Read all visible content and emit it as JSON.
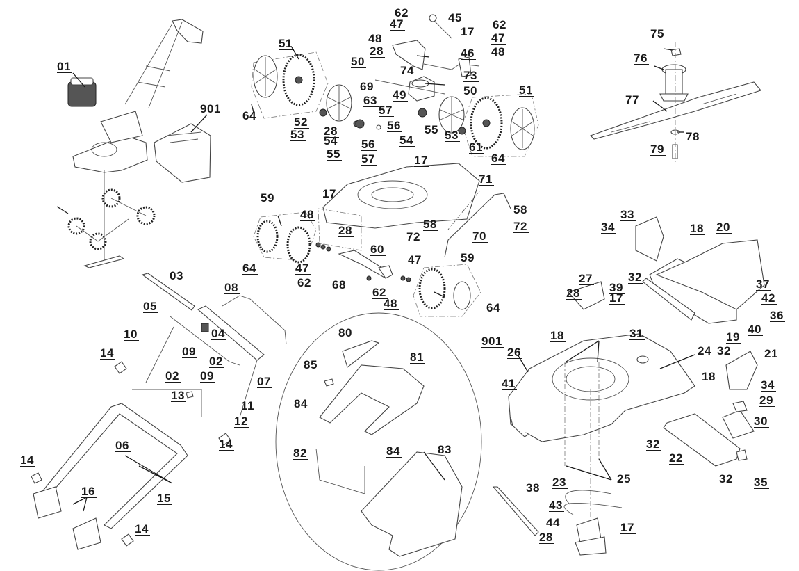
{
  "diagram": {
    "title": "Lawn mower exploded parts view",
    "labels": [
      {
        "id": "l01",
        "text": "01"
      },
      {
        "id": "l901a",
        "text": "901"
      },
      {
        "id": "l51a",
        "text": "51"
      },
      {
        "id": "l64a",
        "text": "64"
      },
      {
        "id": "l52",
        "text": "52"
      },
      {
        "id": "l53a",
        "text": "53"
      },
      {
        "id": "l28a",
        "text": "28"
      },
      {
        "id": "l54a",
        "text": "54"
      },
      {
        "id": "l55a",
        "text": "55"
      },
      {
        "id": "l56a",
        "text": "56"
      },
      {
        "id": "l57a",
        "text": "57"
      },
      {
        "id": "l62a",
        "text": "62"
      },
      {
        "id": "l47a",
        "text": "47"
      },
      {
        "id": "l48a",
        "text": "48"
      },
      {
        "id": "l28b",
        "text": "28"
      },
      {
        "id": "l50a",
        "text": "50"
      },
      {
        "id": "l69",
        "text": "69"
      },
      {
        "id": "l63",
        "text": "63"
      },
      {
        "id": "l45",
        "text": "45"
      },
      {
        "id": "l17a",
        "text": "17"
      },
      {
        "id": "l46",
        "text": "46"
      },
      {
        "id": "l62b",
        "text": "62"
      },
      {
        "id": "l47b",
        "text": "47"
      },
      {
        "id": "l48b",
        "text": "48"
      },
      {
        "id": "l74",
        "text": "74"
      },
      {
        "id": "l73",
        "text": "73"
      },
      {
        "id": "l50b",
        "text": "50"
      },
      {
        "id": "l49",
        "text": "49"
      },
      {
        "id": "l57b",
        "text": "57"
      },
      {
        "id": "l56b",
        "text": "56"
      },
      {
        "id": "l55b",
        "text": "55"
      },
      {
        "id": "l54b",
        "text": "54"
      },
      {
        "id": "l53b",
        "text": "53"
      },
      {
        "id": "l61",
        "text": "61"
      },
      {
        "id": "l51b",
        "text": "51"
      },
      {
        "id": "l64b",
        "text": "64"
      },
      {
        "id": "l75",
        "text": "75"
      },
      {
        "id": "l76",
        "text": "76"
      },
      {
        "id": "l77",
        "text": "77"
      },
      {
        "id": "l78",
        "text": "78"
      },
      {
        "id": "l79",
        "text": "79"
      },
      {
        "id": "l17b",
        "text": "17"
      },
      {
        "id": "l17c",
        "text": "17"
      },
      {
        "id": "l71",
        "text": "71"
      },
      {
        "id": "l58a",
        "text": "58"
      },
      {
        "id": "l72a",
        "text": "72"
      },
      {
        "id": "l59a",
        "text": "59"
      },
      {
        "id": "l48c",
        "text": "48"
      },
      {
        "id": "l28c",
        "text": "28"
      },
      {
        "id": "l58b",
        "text": "58"
      },
      {
        "id": "l72b",
        "text": "72"
      },
      {
        "id": "l70",
        "text": "70"
      },
      {
        "id": "l64c",
        "text": "64"
      },
      {
        "id": "l47c",
        "text": "47"
      },
      {
        "id": "l62c",
        "text": "62"
      },
      {
        "id": "l60",
        "text": "60"
      },
      {
        "id": "l68",
        "text": "68"
      },
      {
        "id": "l62d",
        "text": "62"
      },
      {
        "id": "l47d",
        "text": "47"
      },
      {
        "id": "l48d",
        "text": "48"
      },
      {
        "id": "l59b",
        "text": "59"
      },
      {
        "id": "l64d",
        "text": "64"
      },
      {
        "id": "l03",
        "text": "03"
      },
      {
        "id": "l08",
        "text": "08"
      },
      {
        "id": "l05",
        "text": "05"
      },
      {
        "id": "l04",
        "text": "04"
      },
      {
        "id": "l10",
        "text": "10"
      },
      {
        "id": "l09a",
        "text": "09"
      },
      {
        "id": "l02a",
        "text": "02"
      },
      {
        "id": "l14a",
        "text": "14"
      },
      {
        "id": "l02b",
        "text": "02"
      },
      {
        "id": "l09b",
        "text": "09"
      },
      {
        "id": "l07",
        "text": "07"
      },
      {
        "id": "l11",
        "text": "11"
      },
      {
        "id": "l13",
        "text": "13"
      },
      {
        "id": "l12",
        "text": "12"
      },
      {
        "id": "l06",
        "text": "06"
      },
      {
        "id": "l14b",
        "text": "14"
      },
      {
        "id": "l14c",
        "text": "14"
      },
      {
        "id": "l16",
        "text": "16"
      },
      {
        "id": "l15",
        "text": "15"
      },
      {
        "id": "l14d",
        "text": "14"
      },
      {
        "id": "l80",
        "text": "80"
      },
      {
        "id": "l85",
        "text": "85"
      },
      {
        "id": "l81",
        "text": "81"
      },
      {
        "id": "l84a",
        "text": "84"
      },
      {
        "id": "l84b",
        "text": "84"
      },
      {
        "id": "l82",
        "text": "82"
      },
      {
        "id": "l83",
        "text": "83"
      },
      {
        "id": "l901b",
        "text": "901"
      },
      {
        "id": "l33",
        "text": "33"
      },
      {
        "id": "l34a",
        "text": "34"
      },
      {
        "id": "l18a",
        "text": "18"
      },
      {
        "id": "l20",
        "text": "20"
      },
      {
        "id": "l27",
        "text": "27"
      },
      {
        "id": "l28d",
        "text": "28"
      },
      {
        "id": "l39",
        "text": "39"
      },
      {
        "id": "l32a",
        "text": "32"
      },
      {
        "id": "l17d",
        "text": "17"
      },
      {
        "id": "l37",
        "text": "37"
      },
      {
        "id": "l42",
        "text": "42"
      },
      {
        "id": "l36",
        "text": "36"
      },
      {
        "id": "l40",
        "text": "40"
      },
      {
        "id": "l19",
        "text": "19"
      },
      {
        "id": "l31",
        "text": "31"
      },
      {
        "id": "l24",
        "text": "24"
      },
      {
        "id": "l32b",
        "text": "32"
      },
      {
        "id": "l18b",
        "text": "18"
      },
      {
        "id": "l26",
        "text": "26"
      },
      {
        "id": "l21",
        "text": "21"
      },
      {
        "id": "l18c",
        "text": "18"
      },
      {
        "id": "l34b",
        "text": "34"
      },
      {
        "id": "l41",
        "text": "41"
      },
      {
        "id": "l29",
        "text": "29"
      },
      {
        "id": "l30",
        "text": "30"
      },
      {
        "id": "l32c",
        "text": "32"
      },
      {
        "id": "l22",
        "text": "22"
      },
      {
        "id": "l25",
        "text": "25"
      },
      {
        "id": "l35",
        "text": "35"
      },
      {
        "id": "l38",
        "text": "38"
      },
      {
        "id": "l32d",
        "text": "32"
      },
      {
        "id": "l23",
        "text": "23"
      },
      {
        "id": "l43",
        "text": "43"
      },
      {
        "id": "l44",
        "text": "44"
      },
      {
        "id": "l17e",
        "text": "17"
      },
      {
        "id": "l28e",
        "text": "28"
      }
    ]
  }
}
